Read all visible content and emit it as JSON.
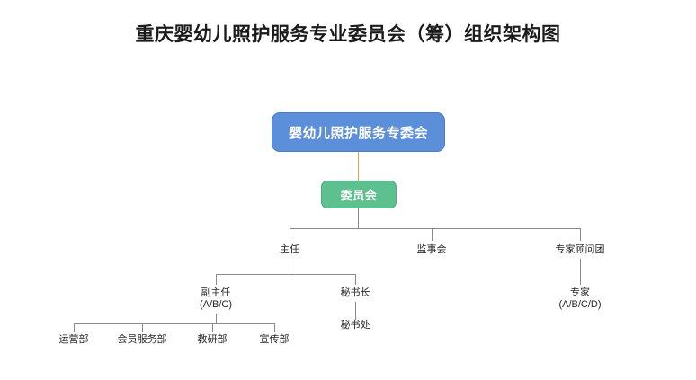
{
  "document": {
    "title": "重庆婴幼儿照护服务专业委员会（筹）组织架构图"
  },
  "colors": {
    "root_box_fill": "#5b8fd9",
    "root_box_border": "#4a7cc4",
    "committee_box_fill": "#5cc08f",
    "committee_box_border": "#4bae7e",
    "connector_gray": "#8a8a8a",
    "connector_orange": "#e8a33d",
    "text_dark": "#262626",
    "title_text": "#1b1b1b",
    "box_text": "#ffffff",
    "background": "#ffffff"
  },
  "chart_data": {
    "type": "diagram",
    "title": "重庆婴幼儿照护服务专业委员会（筹）组织架构图",
    "diagram_kind": "organization-chart",
    "nodes": [
      {
        "id": "root",
        "label": "婴幼儿照护服务专委会",
        "level": 0,
        "style": "blue-box"
      },
      {
        "id": "committee",
        "label": "委员会",
        "level": 1,
        "style": "green-box"
      },
      {
        "id": "director",
        "label": "主任",
        "level": 2,
        "style": "text"
      },
      {
        "id": "supervisors",
        "label": "监事会",
        "level": 2,
        "style": "text"
      },
      {
        "id": "advisors",
        "label": "专家顾问团",
        "level": 2,
        "style": "text"
      },
      {
        "id": "deputy",
        "label": "副主任",
        "sub": "(A/B/C)",
        "level": 3,
        "style": "text"
      },
      {
        "id": "secgen",
        "label": "秘书长",
        "level": 3,
        "style": "text"
      },
      {
        "id": "experts",
        "label": "专家",
        "sub": "(A/B/C/D)",
        "level": 3,
        "style": "text"
      },
      {
        "id": "ops",
        "label": "运营部",
        "level": 4,
        "style": "text"
      },
      {
        "id": "member",
        "label": "会员服务部",
        "level": 4,
        "style": "text"
      },
      {
        "id": "research",
        "label": "教研部",
        "level": 4,
        "style": "text"
      },
      {
        "id": "promo",
        "label": "宣传部",
        "level": 4,
        "style": "text"
      },
      {
        "id": "secoffice",
        "label": "秘书处",
        "level": 4,
        "style": "text"
      }
    ],
    "edges": [
      {
        "from": "root",
        "to": "committee",
        "color": "#e8a33d"
      },
      {
        "from": "committee",
        "to": "director",
        "color": "#8a8a8a"
      },
      {
        "from": "committee",
        "to": "supervisors",
        "color": "#8a8a8a"
      },
      {
        "from": "committee",
        "to": "advisors",
        "color": "#8a8a8a"
      },
      {
        "from": "director",
        "to": "deputy",
        "color": "#8a8a8a"
      },
      {
        "from": "director",
        "to": "secgen",
        "color": "#8a8a8a"
      },
      {
        "from": "advisors",
        "to": "experts",
        "color": "#8a8a8a"
      },
      {
        "from": "deputy",
        "to": "ops",
        "color": "#8a8a8a"
      },
      {
        "from": "deputy",
        "to": "member",
        "color": "#8a8a8a"
      },
      {
        "from": "deputy",
        "to": "research",
        "color": "#8a8a8a"
      },
      {
        "from": "deputy",
        "to": "promo",
        "color": "#8a8a8a"
      },
      {
        "from": "secgen",
        "to": "secoffice",
        "color": "#8a8a8a"
      }
    ]
  }
}
